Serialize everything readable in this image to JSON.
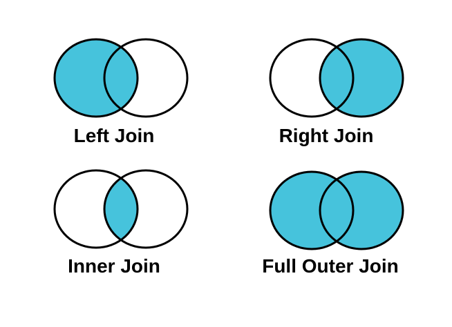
{
  "colors": {
    "highlight": "#46C3DC",
    "empty": "#ffffff",
    "outline": "#000000",
    "background": "#ffffff"
  },
  "diagrams": [
    {
      "id": "left-join",
      "label": "Left Join",
      "filled_region": "left circle including overlap",
      "regions": {
        "left": "#46C3DC",
        "right": "#ffffff",
        "overlap": "#46C3DC"
      }
    },
    {
      "id": "right-join",
      "label": "Right Join",
      "filled_region": "right circle including overlap",
      "regions": {
        "left": "#ffffff",
        "right": "#46C3DC",
        "overlap": "#46C3DC"
      }
    },
    {
      "id": "inner-join",
      "label": "Inner Join",
      "filled_region": "overlap only",
      "regions": {
        "left": "#ffffff",
        "right": "#ffffff",
        "overlap": "#46C3DC"
      }
    },
    {
      "id": "full-outer-join",
      "label": "Full Outer Join",
      "filled_region": "both circles including overlap",
      "regions": {
        "left": "#46C3DC",
        "right": "#46C3DC",
        "overlap": "#46C3DC"
      }
    }
  ]
}
